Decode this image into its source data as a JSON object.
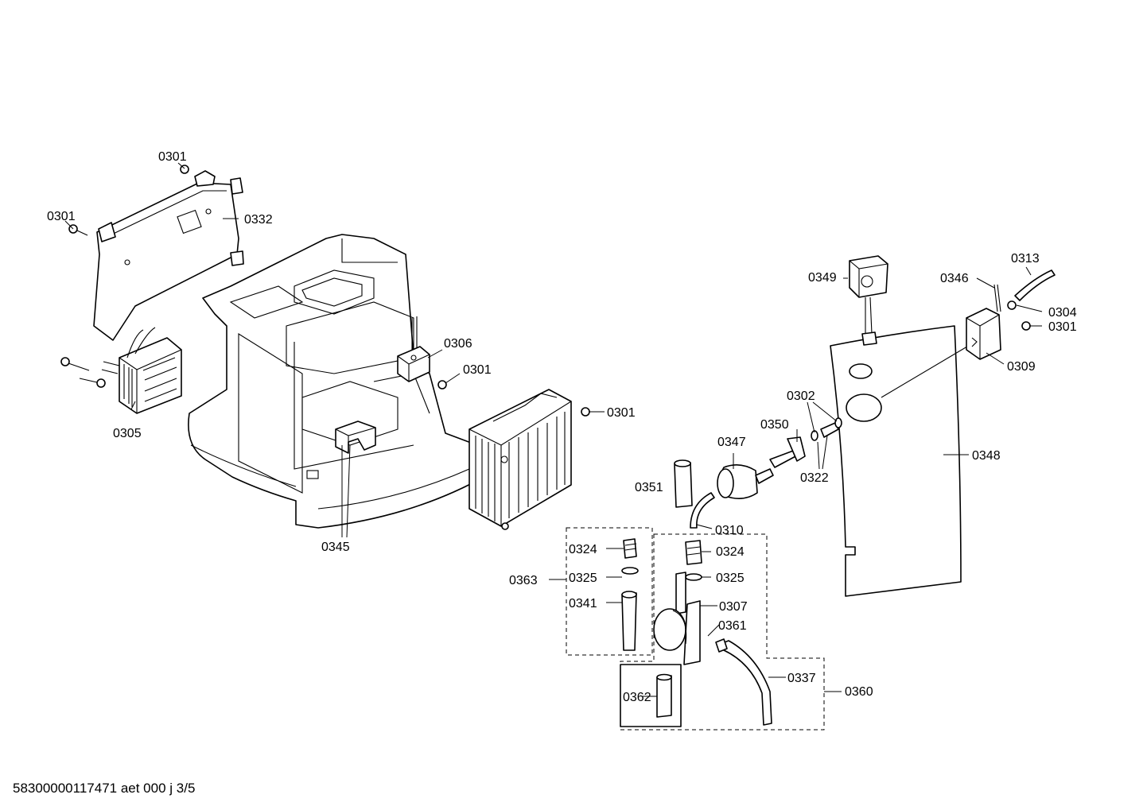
{
  "footer": "58300000117471 aet 000 j 3/5",
  "labels": {
    "l0301_a": "0301",
    "l0301_b": "0301",
    "l0332": "0332",
    "l0305": "0305",
    "l0306": "0306",
    "l0301_c": "0301",
    "l0301_d": "0301",
    "l0345": "0345",
    "l0349": "0349",
    "l0346": "0346",
    "l0313": "0313",
    "l0304": "0304",
    "l0301_e": "0301",
    "l0309": "0309",
    "l0302": "0302",
    "l0350": "0350",
    "l0347": "0347",
    "l0322": "0322",
    "l0348": "0348",
    "l0351": "0351",
    "l0310": "0310",
    "l0324_a": "0324",
    "l0324_b": "0324",
    "l0363": "0363",
    "l0325_a": "0325",
    "l0325_b": "0325",
    "l0341": "0341",
    "l0307": "0307",
    "l0361": "0361",
    "l0337": "0337",
    "l0360": "0360",
    "l0362": "0362"
  }
}
